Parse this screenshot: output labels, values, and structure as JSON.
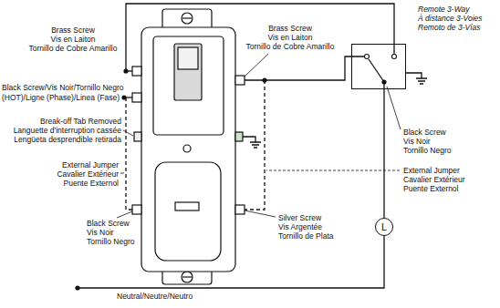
{
  "diagram": {
    "nodes": [
      {
        "text": [
          "Remote 3-Way",
          "À distance 3-Voies",
          "Remoto de 3-Vías"
        ]
      },
      {
        "text": [
          "L"
        ]
      }
    ],
    "edges": [
      {
        "from": 0,
        "to": 1,
        "arrow": "none"
      }
    ],
    "labels": [
      "Brass Screw",
      "Vis en Laiton",
      "Tornillo de Cobre Amarillo",
      "Black Screw/Vis Noir/Tornillo Negro",
      "(HOT)/Ligne (Phase)/Linea (Fase)",
      "Break-off Tab Removed",
      "Languette d'interruption cassée",
      "Lengüeta desprendible retirada",
      "External Jumper",
      "Cavalier Extérieur",
      "Puente Externol",
      "Black Screw",
      "Vis Noir",
      "Tornillo Negro",
      "Brass Screw",
      "Vis en Laiton",
      "Tornillo de Cobre Amarillo",
      "Black Screw",
      "Vis Noir",
      "Tornillo Negro",
      "External Jumper",
      "Cavalier Extérieur",
      "Puente Externol",
      "Silver Screw",
      "Vis Argentée",
      "Tornillo de Plata",
      "Neutral/Neutre/Neutro"
    ]
  }
}
